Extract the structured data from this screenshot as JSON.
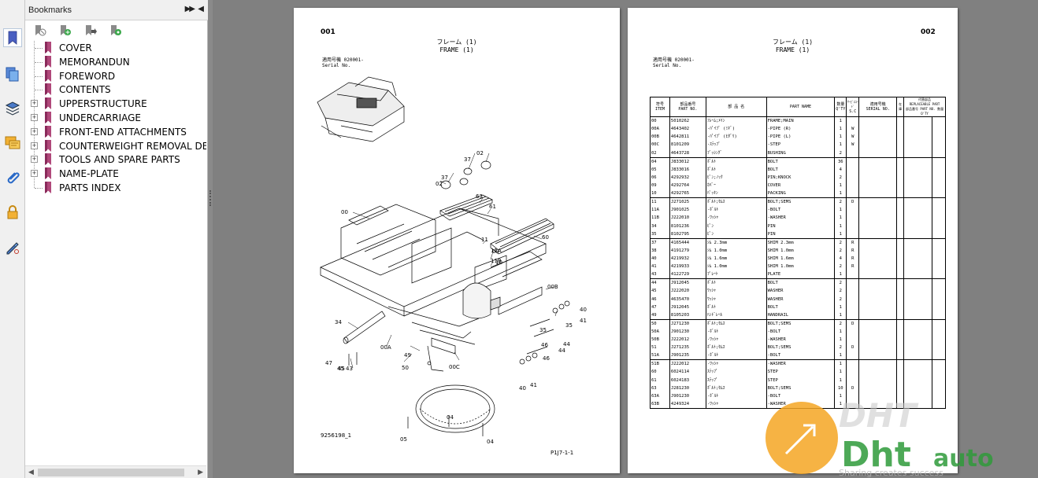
{
  "bookmarks": {
    "title": "Bookmarks",
    "items": [
      {
        "label": "COVER",
        "expandable": false
      },
      {
        "label": "MEMORANDUN",
        "expandable": false
      },
      {
        "label": "FOREWORD",
        "expandable": false
      },
      {
        "label": "CONTENTS",
        "expandable": false
      },
      {
        "label": "UPPERSTRUCTURE",
        "expandable": true
      },
      {
        "label": "UNDERCARRIAGE",
        "expandable": true
      },
      {
        "label": "FRONT-END ATTACHMENTS",
        "expandable": true
      },
      {
        "label": "COUNTERWEIGHT REMOVAL DEVI",
        "expandable": true
      },
      {
        "label": "TOOLS AND SPARE PARTS",
        "expandable": true
      },
      {
        "label": "NAME-PLATE",
        "expandable": true
      },
      {
        "label": "PARTS INDEX",
        "expandable": false
      }
    ]
  },
  "left_tools": [
    "bookmark-icon",
    "pages-icon",
    "layers-icon",
    "comments-icon",
    "attachments-icon",
    "security-icon",
    "signatures-icon"
  ],
  "page1": {
    "number": "001",
    "title_jp": "フレーム (1)",
    "title_en": "FRAME (1)",
    "serial_jp": "適用号機  020001-",
    "serial_en": "Serial No.",
    "callouts": [
      "02",
      "37",
      "37",
      "02",
      "63",
      "61",
      "00",
      "60",
      "11",
      "11A",
      "11B",
      "09",
      "10",
      "00B",
      "40",
      "41",
      "35",
      "34",
      "00A",
      "44",
      "46",
      "44",
      "35",
      "46",
      "49",
      "50",
      "00C",
      "45",
      "47",
      "45",
      "43",
      "40",
      "41",
      "04",
      "05",
      "04"
    ],
    "drawing_id": "9256198_1",
    "footer": "P1J7-1-1"
  },
  "page2": {
    "number": "002",
    "title_jp": "フレーム (1)",
    "title_en": "FRAME (1)",
    "serial_jp": "適用号機  020001-",
    "serial_en": "Serial No.",
    "headers": {
      "item_jp": "符号",
      "item_en": "ITEM",
      "partno_jp": "部品番号",
      "partno_en": "PART NO.",
      "name_jp": "部 品 名",
      "name_en": "PART NAME",
      "qty_jp": "数量",
      "qty_en": "Q'TY",
      "sc_jp": "ｻｰﾋﾞｽｺｰﾄﾞ",
      "sc_en": "S.C",
      "serial_jp": "適用号機",
      "serial_en": "SERIAL NO.",
      "stock_jp": "在庫",
      "rep_jp": "代替部品",
      "rep_en": "REPLACEABLE PART",
      "rep_partno": "部品番号 PART NO.",
      "rep_qty": "数量 Q'TY"
    },
    "rows": [
      [
        "00",
        "5010262",
        "ﾌﾚｰﾑ;ﾒｲﾝ",
        "FRAME;MAIN",
        "1",
        ""
      ],
      [
        "00A",
        "4643402",
        "-ﾊﾟｲﾌﾟ (ﾐｷﾞ)",
        "-PIPE (R)",
        "1",
        "W"
      ],
      [
        "00B",
        "4642811",
        "-ﾊﾟｲﾌﾟ (ﾋﾀﾞﾘ)",
        "-PIPE (L)",
        "1",
        "W"
      ],
      [
        "00C",
        "8101209",
        "-ｽﾃｯﾌﾟ",
        "-STEP",
        "1",
        "W"
      ],
      [
        "02",
        "4643728",
        "ﾌﾞｯｼﾝｸﾞ",
        "BUSHING",
        "2",
        ""
      ],
      [
        "04",
        "J833012",
        "ﾎﾞﾙﾄ",
        "BOLT",
        "36",
        ""
      ],
      [
        "05",
        "J833016",
        "ﾎﾞﾙﾄ",
        "BOLT",
        "4",
        ""
      ],
      [
        "06",
        "4292932",
        "ﾋﾟﾝ;ﾉｯｸ",
        "PIN;KNOCK",
        "2",
        ""
      ],
      [
        "09",
        "4292764",
        "ｶﾊﾞｰ",
        "COVER",
        "1",
        ""
      ],
      [
        "10",
        "4292765",
        "ﾊﾟｯｷﾝ",
        "PACKING",
        "1",
        ""
      ],
      [
        "11",
        "J271025",
        "ﾎﾞﾙﾄ;ｾﾑｽ",
        "BOLT;SEMS",
        "2",
        "D"
      ],
      [
        "11A",
        "J901025",
        "-ﾎﾞﾙﾄ",
        "-BOLT",
        "1",
        ""
      ],
      [
        "11B",
        "J222010",
        "-ﾜｯｼｬ",
        "-WASHER",
        "1",
        ""
      ],
      [
        "34",
        "8101236",
        "ﾋﾟﾝ",
        "PIN",
        "1",
        ""
      ],
      [
        "35",
        "8102795",
        "ﾋﾟﾝ",
        "PIN",
        "1",
        ""
      ],
      [
        "37",
        "4165444",
        "ｼﾑ 2.3mm",
        "SHIM 2.3mm",
        "2",
        "R"
      ],
      [
        "38",
        "4191279",
        "ｼﾑ 1.0mm",
        "SHIM 1.0mm",
        "2",
        "R"
      ],
      [
        "40",
        "4219932",
        "ｼﾑ 1.6mm",
        "SHIM 1.6mm",
        "4",
        "R"
      ],
      [
        "41",
        "4219933",
        "ｼﾑ 1.0mm",
        "SHIM 1.0mm",
        "2",
        "R"
      ],
      [
        "43",
        "4122729",
        "ﾌﾟﾚｰﾄ",
        "PLATE",
        "1",
        ""
      ],
      [
        "44",
        "J912045",
        "ﾎﾞﾙﾄ",
        "BOLT",
        "2",
        ""
      ],
      [
        "45",
        "J222020",
        "ﾜｯｼｬ",
        "WASHER",
        "2",
        ""
      ],
      [
        "46",
        "4635470",
        "ﾜｯｼｬ",
        "WASHER",
        "2",
        ""
      ],
      [
        "47",
        "J912045",
        "ﾎﾞﾙﾄ",
        "BOLT",
        "1",
        ""
      ],
      [
        "49",
        "8105203",
        "ﾊﾝﾄﾞﾚｰﾙ",
        "HANDRAIL",
        "1",
        ""
      ],
      [
        "50",
        "J271230",
        "ﾎﾞﾙﾄ;ｾﾑｽ",
        "BOLT;SEMS",
        "2",
        "D"
      ],
      [
        "50A",
        "J901230",
        "-ﾎﾞﾙﾄ",
        "-BOLT",
        "1",
        ""
      ],
      [
        "50B",
        "J222012",
        "-ﾜｯｼｬ",
        "-WASHER",
        "1",
        ""
      ],
      [
        "51",
        "J271235",
        "ﾎﾞﾙﾄ;ｾﾑｽ",
        "BOLT;SEMS",
        "2",
        "D"
      ],
      [
        "51A",
        "J901235",
        "-ﾎﾞﾙﾄ",
        "-BOLT",
        "1",
        ""
      ],
      [
        "51B",
        "J222012",
        "-ﾜｯｼｬ",
        "-WASHER",
        "1",
        ""
      ],
      [
        "60",
        "6024114",
        "ｽﾃｯﾌﾟ",
        "STEP",
        "1",
        ""
      ],
      [
        "61",
        "6024183",
        "ｽﾃｯﾌﾟ",
        "STEP",
        "1",
        ""
      ],
      [
        "63",
        "J281230",
        "ﾎﾞﾙﾄ;ｾﾑｽ",
        "BOLT;SEMS",
        "10",
        "D"
      ],
      [
        "63A",
        "J901230",
        "-ﾎﾞﾙﾄ",
        "-BOLT",
        "1",
        ""
      ],
      [
        "63B",
        "4249324",
        "-ﾜｯｼｬ",
        "-WASHER",
        "1",
        ""
      ]
    ],
    "group_starts": [
      0,
      5,
      10,
      15,
      20,
      25,
      30
    ]
  },
  "watermark": {
    "text": "DHTauto",
    "tagline": "Sharing creates success",
    "colors": {
      "orange": "#f5a623",
      "green": "#2f9b3a",
      "gray": "#b5b5b5"
    }
  }
}
